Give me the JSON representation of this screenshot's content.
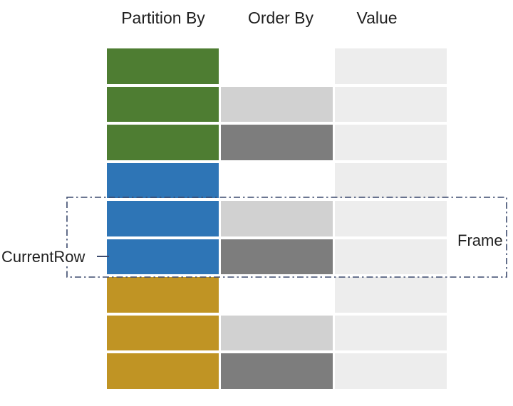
{
  "headers": {
    "partition": "Partition By",
    "order": "Order By",
    "value": "Value"
  },
  "labels": {
    "current_row": "CurrentRow",
    "frame": "Frame"
  },
  "colors": {
    "green": "#4e7d32",
    "blue": "#2e75b6",
    "gold": "#c09424",
    "order_light": "#d1d1d1",
    "order_dark": "#7d7d7d",
    "value_fill": "#ededed",
    "frame_stroke": "#3c4a6e",
    "text": "#1f1f1f"
  },
  "grid": {
    "rows": [
      {
        "partition": "green",
        "order": "none",
        "value": "filled"
      },
      {
        "partition": "green",
        "order": "light",
        "value": "filled"
      },
      {
        "partition": "green",
        "order": "dark",
        "value": "filled"
      },
      {
        "partition": "blue",
        "order": "none",
        "value": "filled"
      },
      {
        "partition": "blue",
        "order": "light",
        "value": "filled"
      },
      {
        "partition": "blue",
        "order": "dark",
        "value": "filled"
      },
      {
        "partition": "gold",
        "order": "none",
        "value": "filled"
      },
      {
        "partition": "gold",
        "order": "light",
        "value": "filled"
      },
      {
        "partition": "gold",
        "order": "dark",
        "value": "filled"
      }
    ],
    "frame_rows": [
      5,
      6
    ],
    "current_row_index": 6
  }
}
